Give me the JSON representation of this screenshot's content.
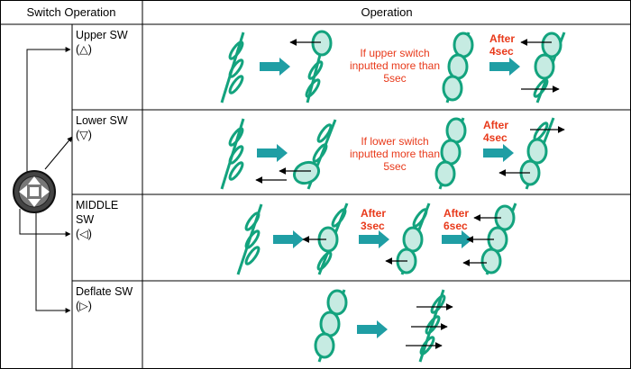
{
  "header": {
    "col1": "Switch Operation",
    "col2": "Operation"
  },
  "rows": [
    {
      "name": "Upper SW",
      "symbol": "(△)",
      "note": "If upper switch inputted more than 5sec",
      "steps": [
        "After 4sec"
      ]
    },
    {
      "name": "Lower SW",
      "symbol": "(▽)",
      "note": "If lower switch inputted more than 5sec",
      "steps": [
        "After 4sec"
      ]
    },
    {
      "name": "MIDDLE SW",
      "symbol": "(◁)",
      "note": "",
      "steps": [
        "After 3sec",
        "After 6sec"
      ]
    },
    {
      "name": "Deflate SW",
      "symbol": "(▷)",
      "note": "",
      "steps": []
    }
  ],
  "colors": {
    "seat_stroke": "#13a37e",
    "seat_fill": "#c6ebe2",
    "arrow_fill": "#1f9ea4",
    "accent_text": "#e8391a",
    "line": "#000000"
  },
  "icons": [
    "four-way-switch-icon",
    "seat-cushion-icon",
    "teal-arrow-icon",
    "motion-arrow-icon"
  ]
}
